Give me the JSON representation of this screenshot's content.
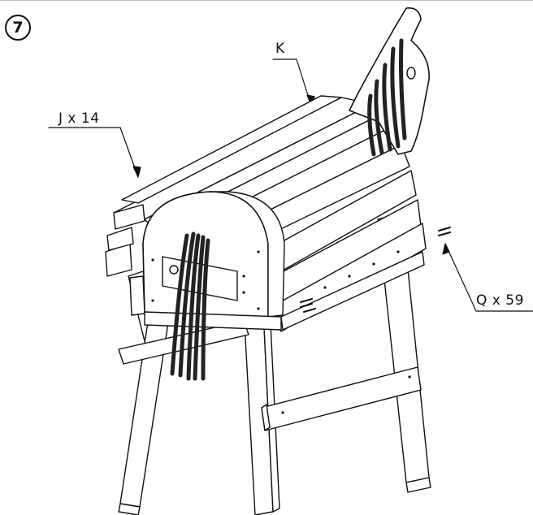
{
  "step": {
    "number": "7"
  },
  "callouts": {
    "k": "K",
    "j": "J x 14",
    "q": "Q x 59"
  },
  "illustration": {
    "subject": "rocking-horse-assembly",
    "line_color": "#111111"
  }
}
